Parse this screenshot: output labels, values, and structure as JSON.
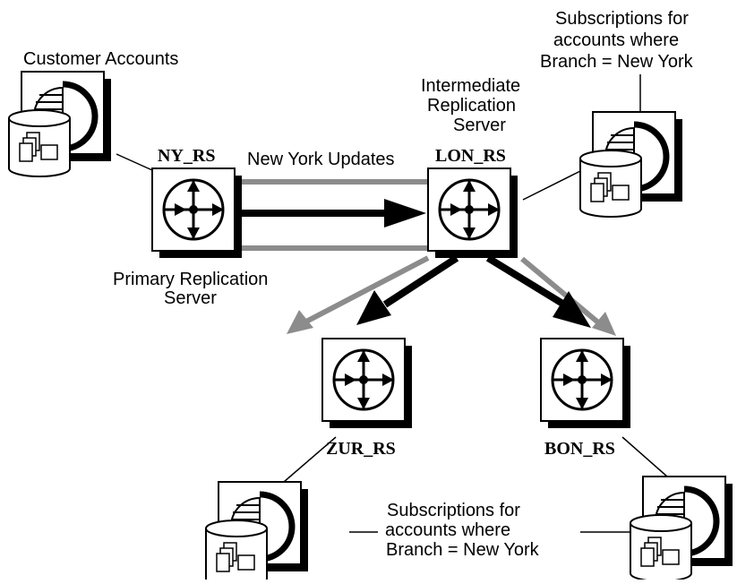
{
  "labels": {
    "customer_accounts": "Customer Accounts",
    "subscriptions_top": [
      "Subscriptions for",
      "accounts where",
      "Branch = New York"
    ],
    "intermediate": [
      "Intermediate",
      "Replication",
      "Server"
    ],
    "primary": [
      "Primary Replication",
      "Server"
    ],
    "updates": "New York Updates",
    "subscriptions_bottom": [
      "Subscriptions for",
      "accounts where",
      "Branch = New York"
    ]
  },
  "servers": {
    "ny": "NY_RS",
    "lon": "LON_RS",
    "zur": "ZUR_RS",
    "bon": "BON_RS"
  },
  "colors": {
    "data_path": "#8c8c8c",
    "arrow": "#000000",
    "shadow": "#000000",
    "box": "#ffffff"
  },
  "icons": {
    "server": "replication-server-icon",
    "database": "database-icon"
  }
}
